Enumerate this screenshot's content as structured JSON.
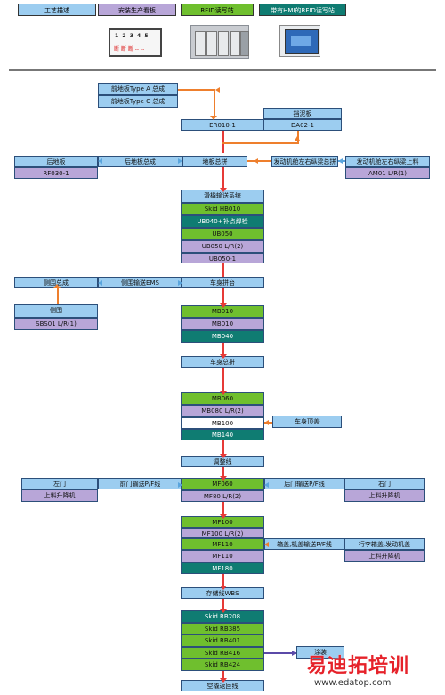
{
  "legend": {
    "process": "工艺描述",
    "board": "安装生产看板",
    "rfid": "RFID读写站",
    "rfid_hmi": "带有HMI的RFID读写站"
  },
  "device_readout": {
    "numbers": "1  2  3  4  5",
    "states": "断 断 断 -- --"
  },
  "flow": {
    "front_floor_a": "前地板Type A 总成",
    "front_floor_c": "前地板Type C 总成",
    "er010": "ER010-1",
    "dashboard": "挡泥板",
    "da02": "DA02-1",
    "rear_floor": "后地板",
    "rf030": "RF030-1",
    "rear_floor_asm": "后地板总成",
    "floor_asm": "地板总拼",
    "engine_frame": "发动机舱左右纵梁总拼",
    "engine_frame_up": "发动机舱左右纵梁上料",
    "am01": "AM01 L/R(1)",
    "skid_conv": "滑橇输送系统",
    "skid_hb010": "Skid HB010",
    "ub040": "UB040+补点焊检",
    "ub050": "UB050",
    "ub050_lr": "UB050 L/R(2)",
    "ub050_1": "UB050-1",
    "side_asm": "侧围总成",
    "side_conv": "侧围输送EMS",
    "body_main": "车身拼台",
    "side_panel": "侧围",
    "sbs01": "SBS01 L/R(1)",
    "mb010": "MB010",
    "mb010b": "MB010",
    "mb040": "MB040",
    "body_total": "车身总拼",
    "mb060": "MB060",
    "mb080": "MB080 L/R(2)",
    "mb100": "MB100",
    "roof": "车身顶盖",
    "mb140": "MB140",
    "adjust": "调整线",
    "left_door": "左门",
    "front_door_conv": "前门输送P/F线",
    "mf060": "MF060",
    "mf80": "MF80 L/R(2)",
    "rear_door_conv": "后门输送P/F线",
    "right_door": "右门",
    "lift_left": "上料升降机",
    "lift_right": "上料升降机",
    "mf100": "MF100",
    "mf100_lr": "MF100 L/R(2)",
    "mf110": "MF110",
    "hood_conv": "箱盖,机盖输送P/F线",
    "row_cover": "行李箱盖,发动机盖",
    "mf110b": "MF110",
    "lift3": "上料升降机",
    "mf180": "MF180",
    "storage": "存储线WBS",
    "rb208": "Skid RB208",
    "rb385": "Skid RB385",
    "rb401": "Skid RB401",
    "rb416": "Skid RB416",
    "paint": "涂装",
    "rb424": "Skid RB424",
    "empty_return": "空橇返回线"
  },
  "watermark": {
    "cn": "易迪拓培训",
    "url": "www.edatop.com"
  },
  "colors": {
    "blue": "#9ccdf0",
    "purple": "#b8a6d8",
    "green": "#6fbf2e",
    "teal": "#0f7c72",
    "arrow_orange": "#ee7f2d",
    "arrow_red": "#e63a37"
  }
}
